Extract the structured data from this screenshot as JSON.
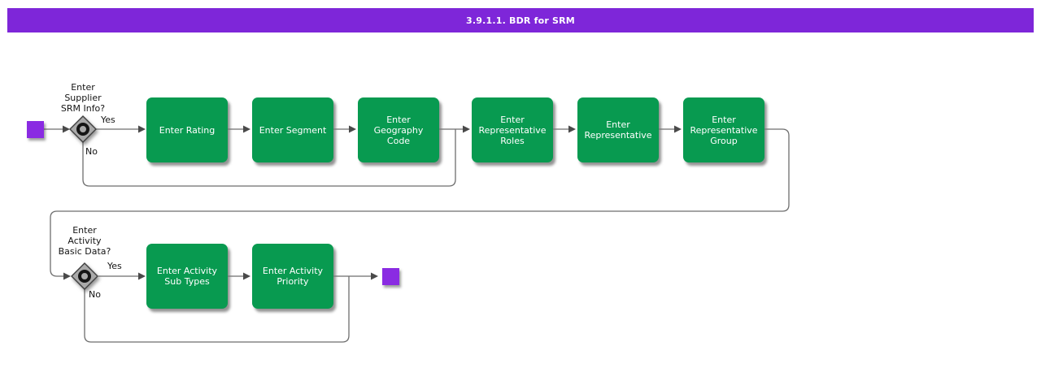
{
  "title_bar": {
    "title": "3.9.1.1. BDR for SRM"
  },
  "colors": {
    "header_background": "#7e26d9",
    "activity_green": "#089a50",
    "marker_purple": "#8a2be2",
    "connector_gray": "#6e6e6e",
    "decision_gray": "#a9a9a9"
  },
  "decisions": [
    {
      "question": "Enter Supplier SRM Info?",
      "question_lines": [
        "Enter",
        "Supplier",
        "SRM Info?"
      ],
      "yes_label": "Yes",
      "no_label": "No"
    },
    {
      "question": "Enter Activity Basic Data?",
      "question_lines": [
        "Enter",
        "Activity",
        "Basic Data?"
      ],
      "yes_label": "Yes",
      "no_label": "No"
    }
  ],
  "activities_row1": [
    {
      "label": "Enter Rating",
      "lines": [
        "Enter Rating"
      ]
    },
    {
      "label": "Enter Segment",
      "lines": [
        "Enter Segment"
      ]
    },
    {
      "label": "Enter Geography Code",
      "lines": [
        "Enter",
        "Geography",
        "Code"
      ]
    },
    {
      "label": "Enter Representative Roles",
      "lines": [
        "Enter",
        "Representative",
        "Roles"
      ]
    },
    {
      "label": "Enter Representative",
      "lines": [
        "Enter",
        "Representative"
      ]
    },
    {
      "label": "Enter Representative Group",
      "lines": [
        "Enter",
        "Representative",
        "Group"
      ]
    }
  ],
  "activities_row2": [
    {
      "label": "Enter Activity Sub Types",
      "lines": [
        "Enter Activity",
        "Sub Types"
      ]
    },
    {
      "label": "Enter Activity Priority",
      "lines": [
        "Enter Activity",
        "Priority"
      ]
    }
  ]
}
